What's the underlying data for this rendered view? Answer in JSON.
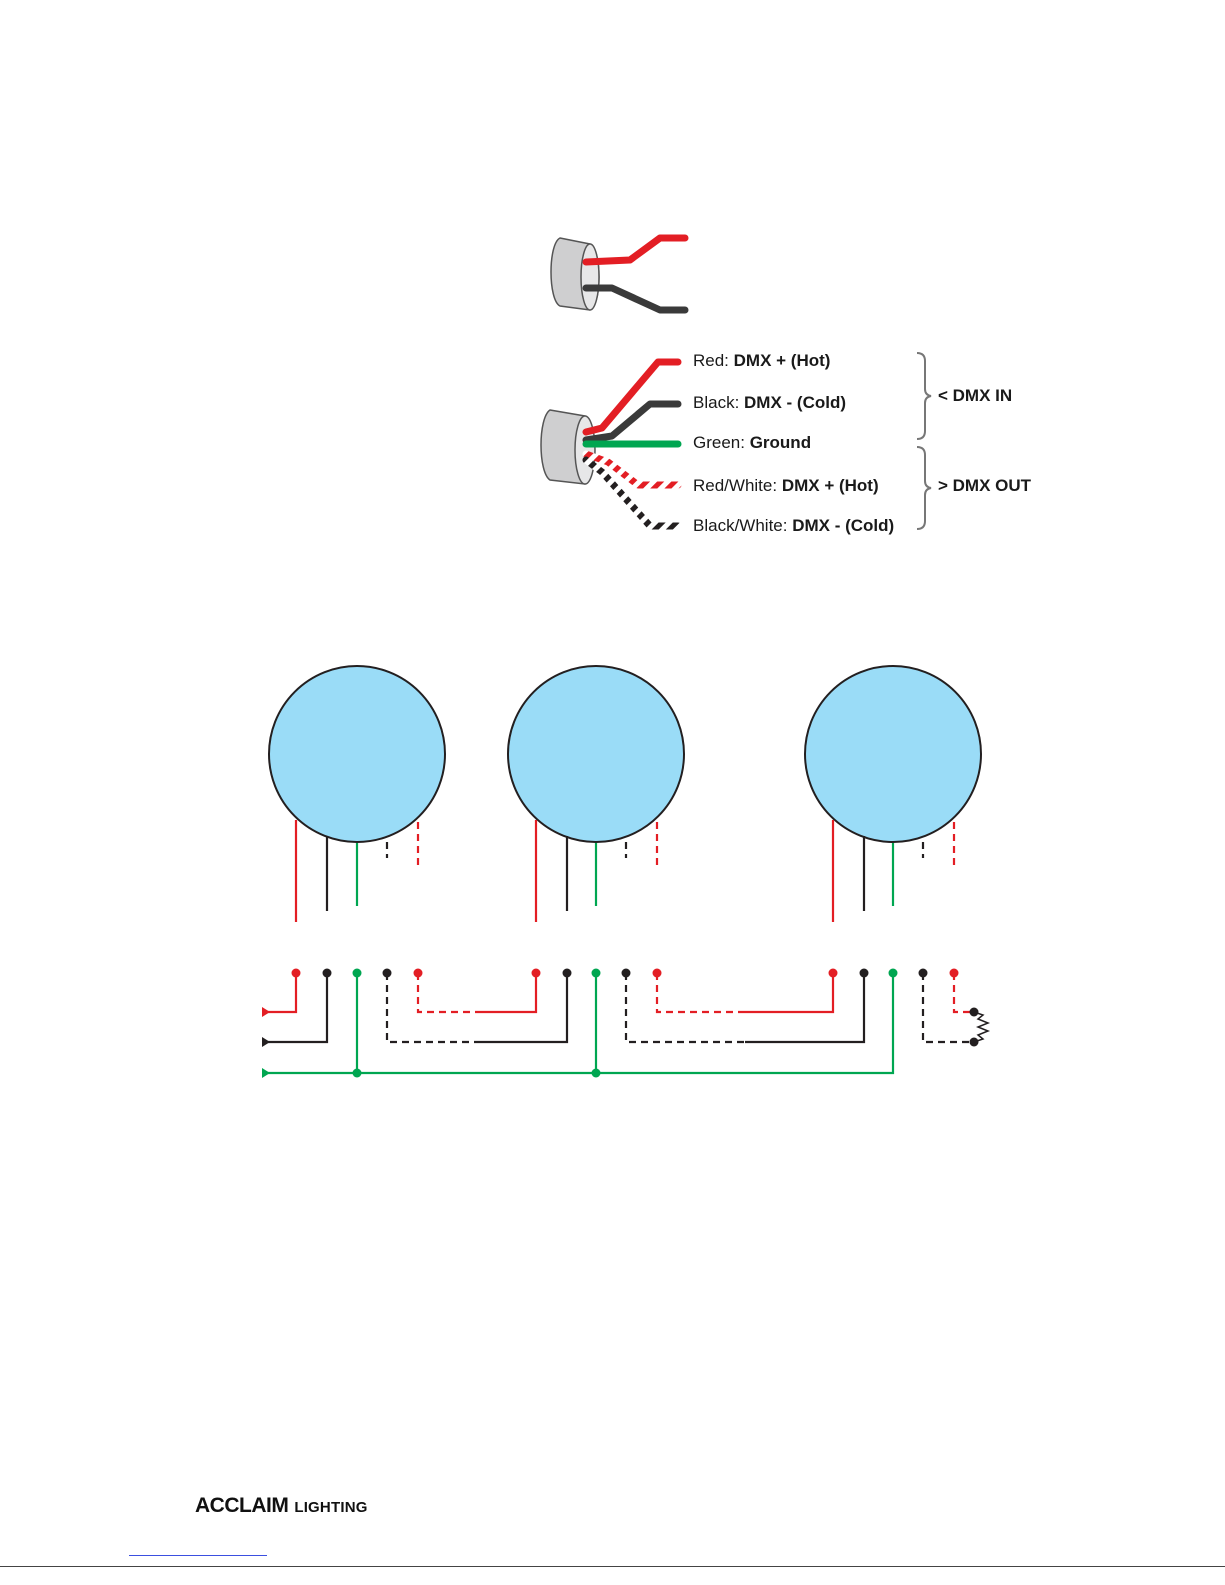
{
  "cable_3wire": {
    "wires": [
      "red-wire",
      "black-wire"
    ]
  },
  "cable_5wire": {
    "wire_labels": [
      {
        "color": "Red: ",
        "signal": "DMX + (Hot)"
      },
      {
        "color": "Black: ",
        "signal": "DMX - (Cold)"
      },
      {
        "color": "Green: ",
        "signal": "Ground"
      },
      {
        "color": "Red/White: ",
        "signal": "DMX + (Hot)"
      },
      {
        "color": "Black/White: ",
        "signal": "DMX - (Cold)"
      }
    ],
    "groups": {
      "in_label": "< DMX IN",
      "out_label": "> DMX OUT"
    }
  },
  "colors": {
    "red": "#e31e24",
    "black": "#231f20",
    "green": "#00a651",
    "fixture_fill": "#9adcf7",
    "cable_jacket": "#cfcfd0"
  },
  "wiring_diagram": {
    "fixture_count": 3,
    "terminator_icon": "resistor-icon"
  },
  "footer": {
    "brand_main": "ACCLAIM",
    "brand_sub": "LIGHTING"
  }
}
